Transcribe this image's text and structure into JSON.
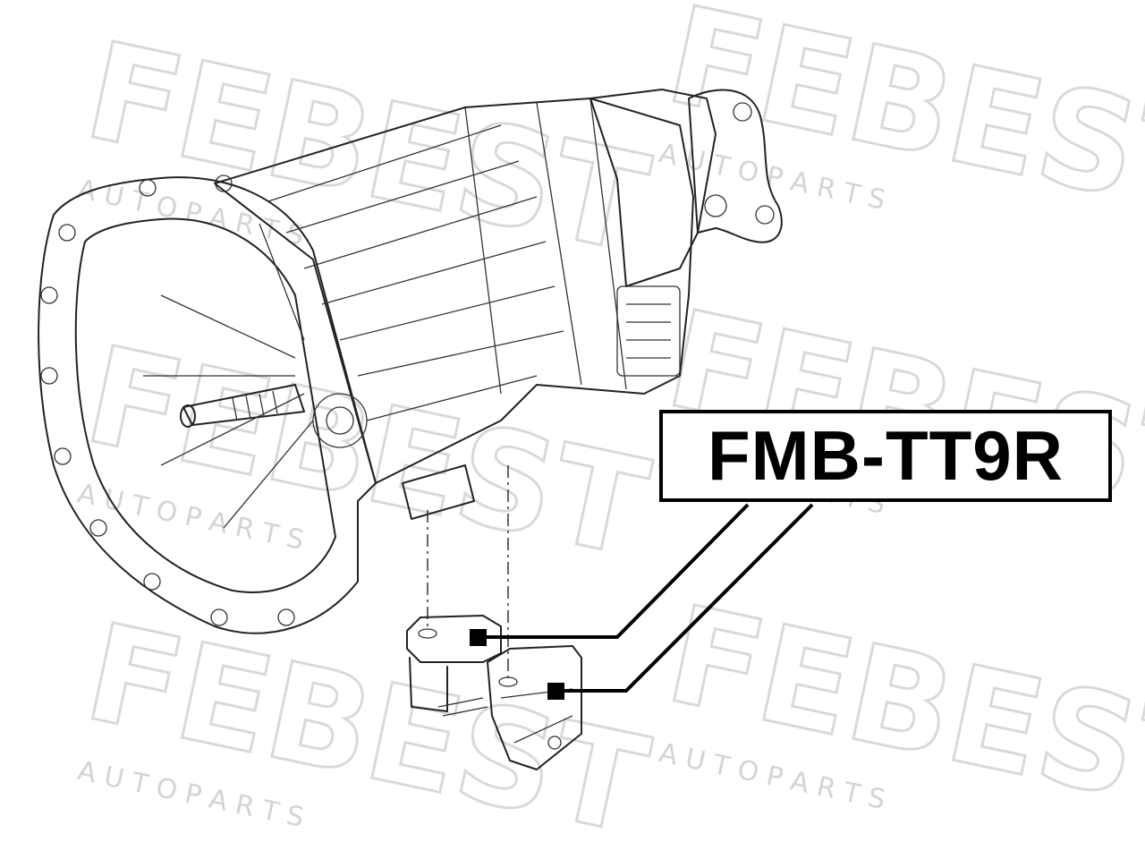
{
  "part_number": "FMB-TT9R",
  "watermark": {
    "brand": "FEBEST",
    "subtitle": "A U T O   P A R T S"
  },
  "colors": {
    "watermark": "#d9d9d9",
    "line": "#222222",
    "label_border": "#000000"
  },
  "icons": [
    "transmission-drawing-icon",
    "mount-left-icon",
    "mount-right-icon",
    "callout-marker-icon"
  ]
}
